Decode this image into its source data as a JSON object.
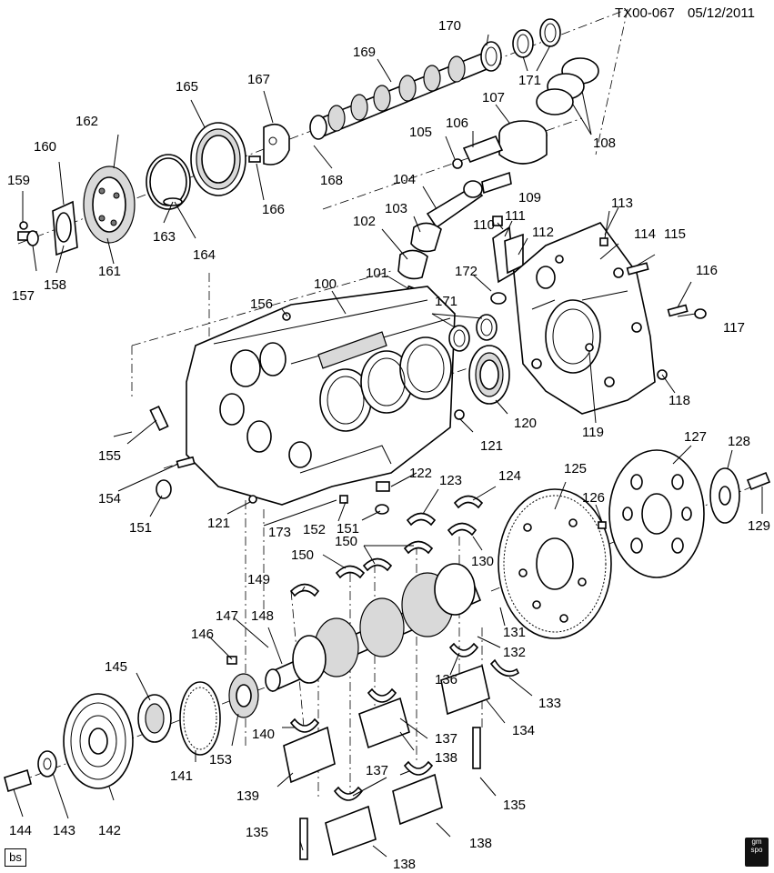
{
  "header": {
    "doc_id": "TX00-067",
    "date": "05/12/2011"
  },
  "footer": {
    "author_tag": "bs",
    "logo_line1": "gm",
    "logo_line2": "spo"
  },
  "callouts": [
    {
      "id": "c100",
      "text": "100"
    },
    {
      "id": "c101",
      "text": "101"
    },
    {
      "id": "c102",
      "text": "102"
    },
    {
      "id": "c103",
      "text": "103"
    },
    {
      "id": "c104",
      "text": "104"
    },
    {
      "id": "c105",
      "text": "105"
    },
    {
      "id": "c106",
      "text": "106"
    },
    {
      "id": "c107",
      "text": "107"
    },
    {
      "id": "c108",
      "text": "108"
    },
    {
      "id": "c109",
      "text": "109"
    },
    {
      "id": "c110",
      "text": "110"
    },
    {
      "id": "c111",
      "text": "111"
    },
    {
      "id": "c112",
      "text": "112"
    },
    {
      "id": "c113",
      "text": "113"
    },
    {
      "id": "c114",
      "text": "114"
    },
    {
      "id": "c115",
      "text": "115"
    },
    {
      "id": "c116",
      "text": "116"
    },
    {
      "id": "c117",
      "text": "117"
    },
    {
      "id": "c118",
      "text": "118"
    },
    {
      "id": "c119",
      "text": "119"
    },
    {
      "id": "c120",
      "text": "120"
    },
    {
      "id": "c121a",
      "text": "121"
    },
    {
      "id": "c121b",
      "text": "121"
    },
    {
      "id": "c122",
      "text": "122"
    },
    {
      "id": "c123",
      "text": "123"
    },
    {
      "id": "c124",
      "text": "124"
    },
    {
      "id": "c125",
      "text": "125"
    },
    {
      "id": "c126",
      "text": "126"
    },
    {
      "id": "c127",
      "text": "127"
    },
    {
      "id": "c128",
      "text": "128"
    },
    {
      "id": "c129",
      "text": "129"
    },
    {
      "id": "c130",
      "text": "130"
    },
    {
      "id": "c131",
      "text": "131"
    },
    {
      "id": "c132",
      "text": "132"
    },
    {
      "id": "c133",
      "text": "133"
    },
    {
      "id": "c134",
      "text": "134"
    },
    {
      "id": "c135a",
      "text": "135"
    },
    {
      "id": "c135b",
      "text": "135"
    },
    {
      "id": "c136",
      "text": "136"
    },
    {
      "id": "c137a",
      "text": "137"
    },
    {
      "id": "c137b",
      "text": "137"
    },
    {
      "id": "c138a",
      "text": "138"
    },
    {
      "id": "c138b",
      "text": "138"
    },
    {
      "id": "c138c",
      "text": "138"
    },
    {
      "id": "c139",
      "text": "139"
    },
    {
      "id": "c140",
      "text": "140"
    },
    {
      "id": "c141",
      "text": "141"
    },
    {
      "id": "c142",
      "text": "142"
    },
    {
      "id": "c143",
      "text": "143"
    },
    {
      "id": "c144",
      "text": "144"
    },
    {
      "id": "c145",
      "text": "145"
    },
    {
      "id": "c146",
      "text": "146"
    },
    {
      "id": "c147",
      "text": "147"
    },
    {
      "id": "c148",
      "text": "148"
    },
    {
      "id": "c149",
      "text": "149"
    },
    {
      "id": "c150a",
      "text": "150"
    },
    {
      "id": "c150b",
      "text": "150"
    },
    {
      "id": "c151a",
      "text": "151"
    },
    {
      "id": "c151b",
      "text": "151"
    },
    {
      "id": "c152",
      "text": "152"
    },
    {
      "id": "c153",
      "text": "153"
    },
    {
      "id": "c154",
      "text": "154"
    },
    {
      "id": "c155",
      "text": "155"
    },
    {
      "id": "c156",
      "text": "156"
    },
    {
      "id": "c157",
      "text": "157"
    },
    {
      "id": "c158",
      "text": "158"
    },
    {
      "id": "c159",
      "text": "159"
    },
    {
      "id": "c160",
      "text": "160"
    },
    {
      "id": "c161",
      "text": "161"
    },
    {
      "id": "c162",
      "text": "162"
    },
    {
      "id": "c163",
      "text": "163"
    },
    {
      "id": "c164",
      "text": "164"
    },
    {
      "id": "c165",
      "text": "165"
    },
    {
      "id": "c166",
      "text": "166"
    },
    {
      "id": "c167",
      "text": "167"
    },
    {
      "id": "c168",
      "text": "168"
    },
    {
      "id": "c169",
      "text": "169"
    },
    {
      "id": "c170",
      "text": "170"
    },
    {
      "id": "c171a",
      "text": "171"
    },
    {
      "id": "c171b",
      "text": "171"
    },
    {
      "id": "c172",
      "text": "172"
    },
    {
      "id": "c173",
      "text": "173"
    }
  ]
}
